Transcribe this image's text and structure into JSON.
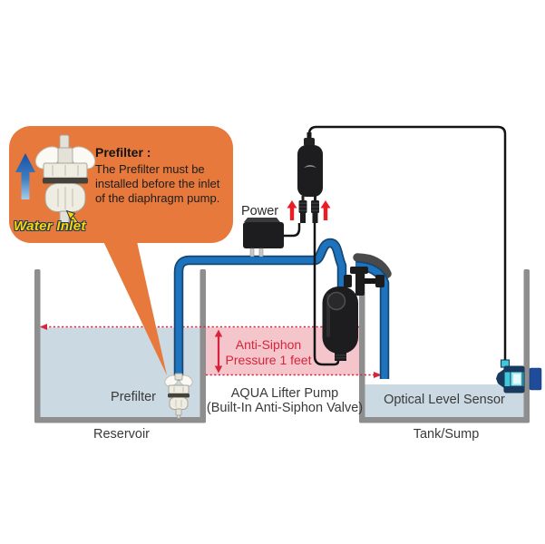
{
  "diagram": {
    "callout": {
      "title": "Prefilter :",
      "body_lines": [
        "The Prefilter must be",
        "installed before the inlet",
        "of the diaphragm pump."
      ],
      "water_inlet_label": "Water Inlet"
    },
    "power_label": "Power",
    "anti_siphon": {
      "line1": "Anti-Siphon",
      "line2": "Pressure 1 feet"
    },
    "labels": {
      "prefilter": "Prefilter",
      "pump_line1": "AQUA Lifter Pump",
      "pump_line2": "(Built-In Anti-Siphon Valve)",
      "sensor": "Optical Level Sensor",
      "reservoir": "Reservoir",
      "tank": "Tank/Sump"
    },
    "colors": {
      "orange": "#E6793B",
      "water": "#CBD9E3",
      "wall": "#8E8E8E",
      "tube": "#1E73BE",
      "tube_dark": "#17476E",
      "pink": "#F4C5CB",
      "red": "#D6243C",
      "arrow_red": "#EC1C24",
      "yellow": "#FFD400",
      "label": "#3A3A3A",
      "device": "#1D1D1F",
      "cyan": "#3FC8D8",
      "navy": "#173A5E",
      "bracket": "#1F4C9A"
    }
  }
}
